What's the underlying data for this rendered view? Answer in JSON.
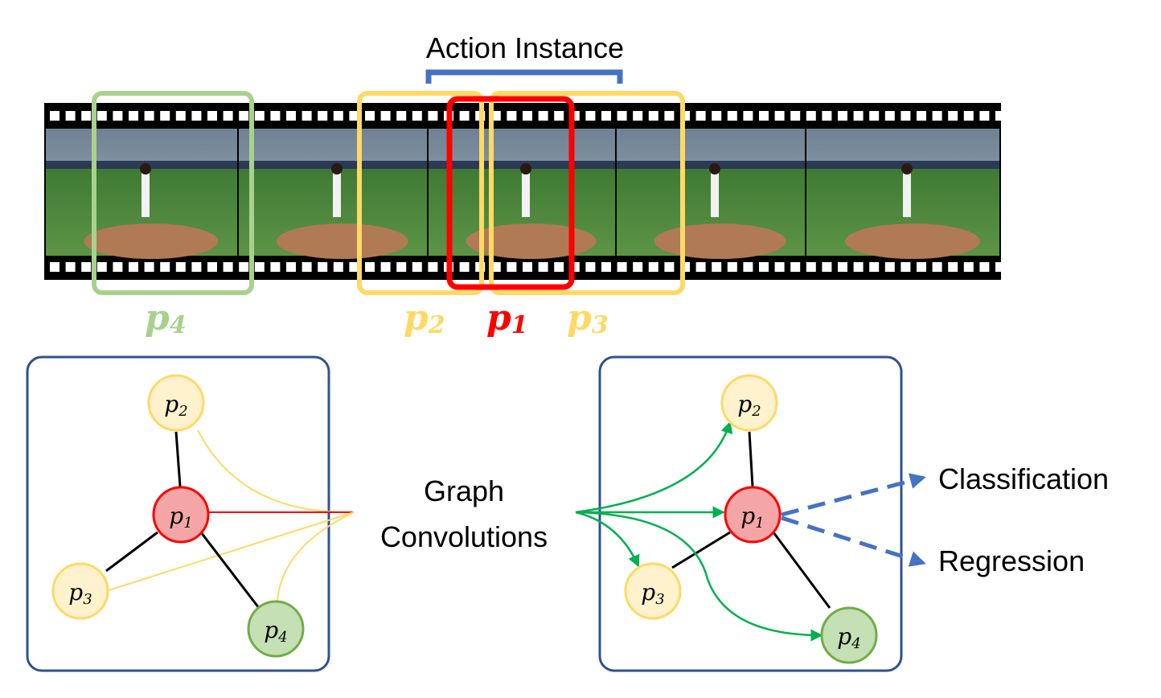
{
  "title": "Action Instance",
  "colors": {
    "p1": "#ff0000",
    "p2_p3": "#ffd966",
    "p4": "#a9d18e",
    "bracket": "#4472c4",
    "panel_border": "#2f528f",
    "node_fill_red": "#f4a6a6",
    "node_fill_yellow": "#fff2cc",
    "node_fill_green": "#c5e0b4",
    "node_stroke_green": "#70ad47",
    "arrow_green": "#00b050",
    "arrow_blue": "#4472c4"
  },
  "proposals": [
    {
      "id": "p1",
      "base": "p",
      "sub": "1"
    },
    {
      "id": "p2",
      "base": "p",
      "sub": "2"
    },
    {
      "id": "p3",
      "base": "p",
      "sub": "3"
    },
    {
      "id": "p4",
      "base": "p",
      "sub": "4"
    }
  ],
  "middle_label": {
    "line1": "Graph",
    "line2": "Convolutions"
  },
  "outputs": {
    "classification": "Classification",
    "regression": "Regression"
  },
  "left_graph": {
    "nodes": [
      {
        "base": "p",
        "sub": "2"
      },
      {
        "base": "p",
        "sub": "1"
      },
      {
        "base": "p",
        "sub": "3"
      },
      {
        "base": "p",
        "sub": "4"
      }
    ]
  },
  "right_graph": {
    "nodes": [
      {
        "base": "p",
        "sub": "2"
      },
      {
        "base": "p",
        "sub": "1"
      },
      {
        "base": "p",
        "sub": "3"
      },
      {
        "base": "p",
        "sub": "4"
      }
    ]
  }
}
